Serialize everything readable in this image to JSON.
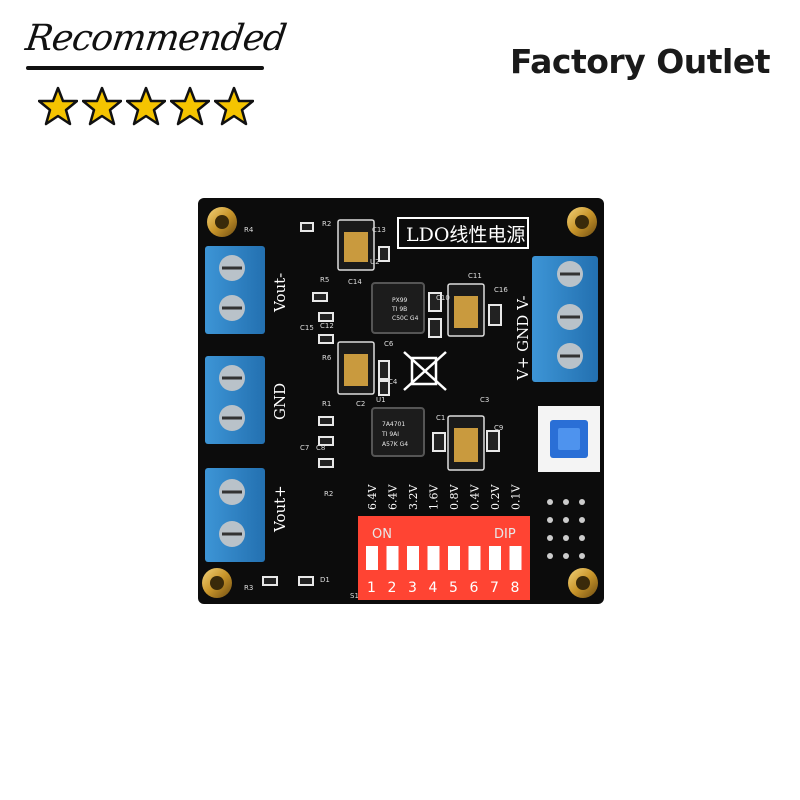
{
  "badge": {
    "script_text": "Recommended",
    "star_count": 5,
    "star_color": "#f5c400"
  },
  "header": {
    "outlet_text": "Factory Outlet"
  },
  "board": {
    "title": "LDO线性电源",
    "labels": {
      "vout_minus": "Vout-",
      "gnd_left": "GND",
      "vout_plus": "Vout+",
      "right_terminal": "V+ GND V-"
    },
    "dip": {
      "on_label": "ON",
      "dip_label": "DIP",
      "voltages": [
        "6.4V",
        "6.4V",
        "3.2V",
        "1.6V",
        "0.8V",
        "0.4V",
        "0.2V",
        "0.1V"
      ],
      "numbers": [
        "1",
        "2",
        "3",
        "4",
        "5",
        "6",
        "7",
        "8"
      ],
      "color": "#ff4433"
    },
    "chips": {
      "upper": [
        "PX99",
        "TI 9B",
        "C50C G4"
      ],
      "lower": [
        "7A4701",
        "TI 9AI",
        "A57K G4"
      ]
    },
    "silkscreen": [
      "R4",
      "R2",
      "C13",
      "C14",
      "U2",
      "R5",
      "C11",
      "C10",
      "C16",
      "C15",
      "C12",
      "R6",
      "C6",
      "C4",
      "C2",
      "U1",
      "C3",
      "R1",
      "C7",
      "C1",
      "C9",
      "C8",
      "R2",
      "R3",
      "D1",
      "S1"
    ],
    "pcb_color": "#0c0c0c",
    "terminal_color": "#2f86c8",
    "capacitor_color": "#c99a3e"
  }
}
